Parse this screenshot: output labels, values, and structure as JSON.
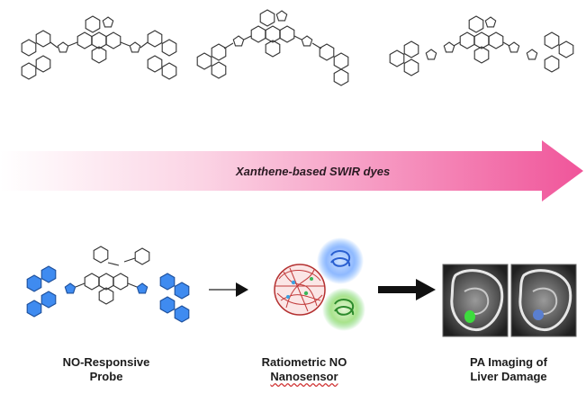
{
  "arrow": {
    "label": "Xanthene-based SWIR dyes",
    "color_end": "#f0559a",
    "color_start": "#ffffff"
  },
  "probe": {
    "line1": "NO-Responsive",
    "line2": "Probe",
    "highlight_color": "#3f8bf0"
  },
  "nanosensor": {
    "line1": "Ratiometric NO",
    "line2": "Nanosensor",
    "blue_glow": "#5aa0ff",
    "green_glow": "#6bd26b"
  },
  "imaging": {
    "line1": "PA Imaging of",
    "line2": "Liver Damage",
    "green_spot": "#3ddc3d",
    "blue_spot": "#5a7fd0"
  }
}
